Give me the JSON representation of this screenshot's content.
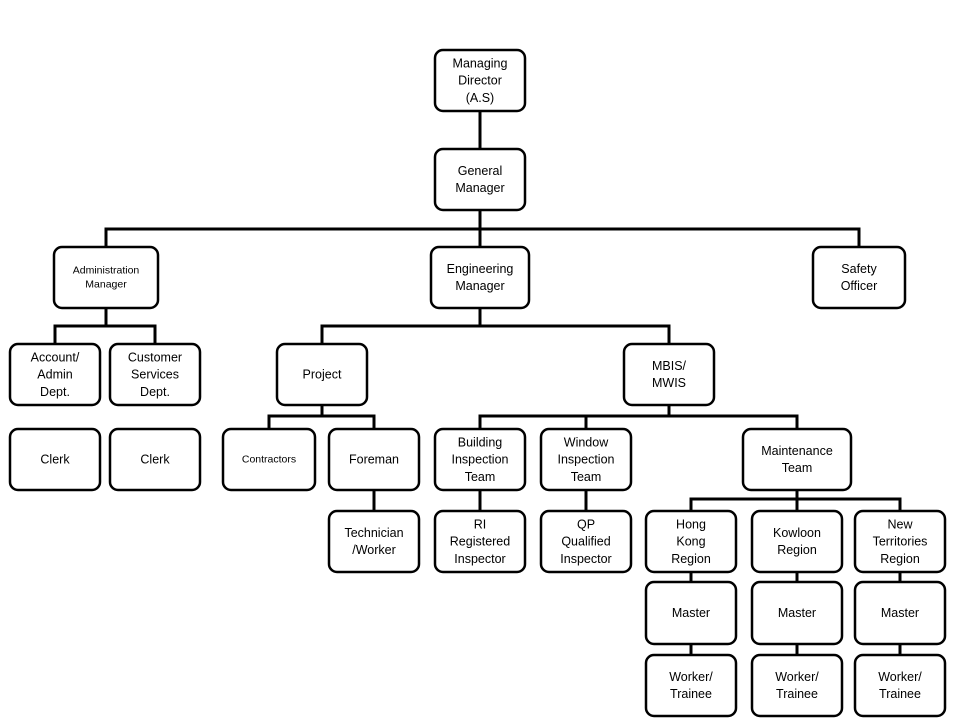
{
  "org_chart": {
    "nodes": {
      "md": {
        "lines": [
          "Managing",
          "Director",
          "(A.S)"
        ]
      },
      "gm": {
        "lines": [
          "General",
          "Manager"
        ]
      },
      "admin": {
        "lines": [
          "Administration",
          "Manager"
        ]
      },
      "eng": {
        "lines": [
          "Engineering",
          "Manager"
        ]
      },
      "safety": {
        "lines": [
          "Safety",
          "Officer"
        ]
      },
      "acct": {
        "lines": [
          "Account/",
          "Admin",
          "Dept."
        ]
      },
      "cs": {
        "lines": [
          "Customer",
          "Services",
          "Dept."
        ]
      },
      "clerk1": {
        "lines": [
          "Clerk"
        ]
      },
      "clerk2": {
        "lines": [
          "Clerk"
        ]
      },
      "project": {
        "lines": [
          "Project"
        ]
      },
      "mbis": {
        "lines": [
          "MBIS/",
          "MWIS"
        ]
      },
      "contractors": {
        "lines": [
          "Contractors"
        ]
      },
      "foreman": {
        "lines": [
          "Foreman"
        ]
      },
      "tech": {
        "lines": [
          "Technician",
          "/Worker"
        ]
      },
      "bit": {
        "lines": [
          "Building",
          "Inspection",
          "Team"
        ]
      },
      "wit": {
        "lines": [
          "Window",
          "Inspection",
          "Team"
        ]
      },
      "maint": {
        "lines": [
          "Maintenance",
          "Team"
        ]
      },
      "ri": {
        "lines": [
          "RI",
          "Registered",
          "Inspector"
        ]
      },
      "qp": {
        "lines": [
          "QP",
          "Qualified",
          "Inspector"
        ]
      },
      "hk": {
        "lines": [
          "Hong",
          "Kong",
          "Region"
        ]
      },
      "kln": {
        "lines": [
          "Kowloon",
          "Region"
        ]
      },
      "nt": {
        "lines": [
          "New",
          "Territories",
          "Region"
        ]
      },
      "m1": {
        "lines": [
          "Master"
        ]
      },
      "m2": {
        "lines": [
          "Master"
        ]
      },
      "m3": {
        "lines": [
          "Master"
        ]
      },
      "w1": {
        "lines": [
          "Worker/",
          "Trainee"
        ]
      },
      "w2": {
        "lines": [
          "Worker/",
          "Trainee"
        ]
      },
      "w3": {
        "lines": [
          "Worker/",
          "Trainee"
        ]
      }
    }
  }
}
